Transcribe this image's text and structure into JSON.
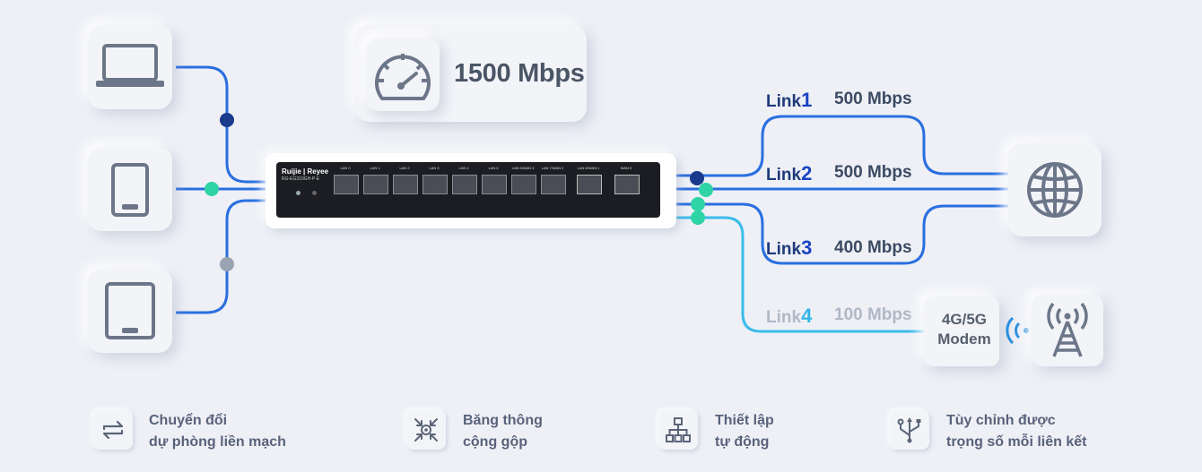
{
  "speed": {
    "total": "1500 Mbps"
  },
  "router": {
    "brand": "Ruijie | Reyee",
    "model": "RG-EG310GH-P-E",
    "ports": [
      "LAN 0",
      "LAN 1",
      "LAN 2",
      "LAN 3",
      "LAN 4",
      "LAN 5",
      "LAN 6/WAN 3",
      "LAN 7/WAN 2",
      "LAN 8/WAN 1",
      "WAN 0"
    ]
  },
  "links": [
    {
      "label": "Link",
      "num": "1",
      "speed": "500 Mbps"
    },
    {
      "label": "Link",
      "num": "2",
      "speed": "500 Mbps"
    },
    {
      "label": "Link",
      "num": "3",
      "speed": "400 Mbps"
    },
    {
      "label": "Link",
      "num": "4",
      "speed": "100 Mbps"
    }
  ],
  "modem": {
    "line1": "4G/5G",
    "line2": "Modem"
  },
  "features": [
    {
      "line1": "Chuyển đổi",
      "line2": "dự phòng liền mạch",
      "icon": "switch-arrows-icon"
    },
    {
      "line1": "Băng thông",
      "line2": "cộng gộp",
      "icon": "aggregate-icon"
    },
    {
      "line1": "Thiết lập",
      "line2": "tự động",
      "icon": "hierarchy-icon"
    },
    {
      "line1": "Tùy chỉnh được",
      "line2": "trọng số mỗi liên kết",
      "icon": "usb-fork-icon"
    }
  ],
  "colors": {
    "blue": "#2a6fe0",
    "darkblue": "#1a3a8c",
    "teal": "#2ed3a6",
    "cyan": "#3bbcea",
    "gray": "#9aa3b1"
  }
}
